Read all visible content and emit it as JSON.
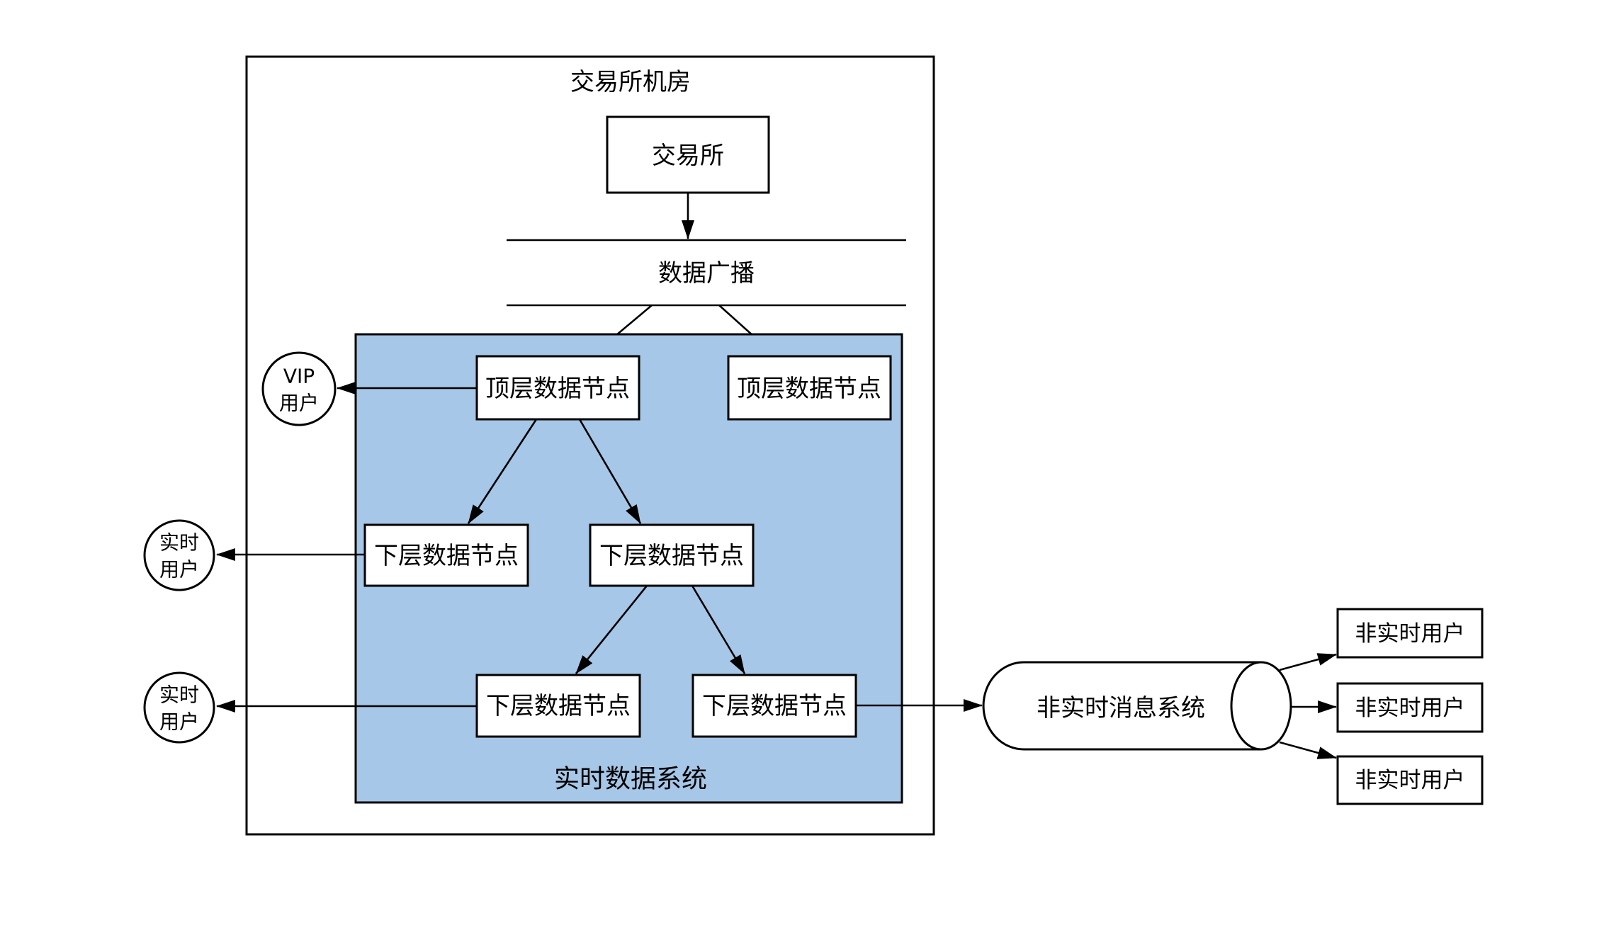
{
  "diagram": {
    "outer": {
      "title": "交易所机房"
    },
    "exchange": {
      "label": "交易所"
    },
    "broadcast": {
      "label": "数据广播"
    },
    "realtime_system": {
      "label": "实时数据系统",
      "fill": "#a6c7e7",
      "top_nodes": [
        {
          "label": "顶层数据节点"
        },
        {
          "label": "顶层数据节点"
        }
      ],
      "mid_nodes": [
        {
          "label": "下层数据节点"
        },
        {
          "label": "下层数据节点"
        }
      ],
      "bottom_nodes": [
        {
          "label": "下层数据节点"
        },
        {
          "label": "下层数据节点"
        }
      ]
    },
    "users": {
      "vip": {
        "line1": "VIP",
        "line2": "用户"
      },
      "realtime1": {
        "line1": "实时",
        "line2": "用户"
      },
      "realtime2": {
        "line1": "实时",
        "line2": "用户"
      }
    },
    "queue": {
      "label": "非实时消息系统"
    },
    "offline_users": [
      {
        "label": "非实时用户"
      },
      {
        "label": "非实时用户"
      },
      {
        "label": "非实时用户"
      }
    ],
    "colors": {
      "stroke": "#000000",
      "background": "#ffffff"
    }
  }
}
